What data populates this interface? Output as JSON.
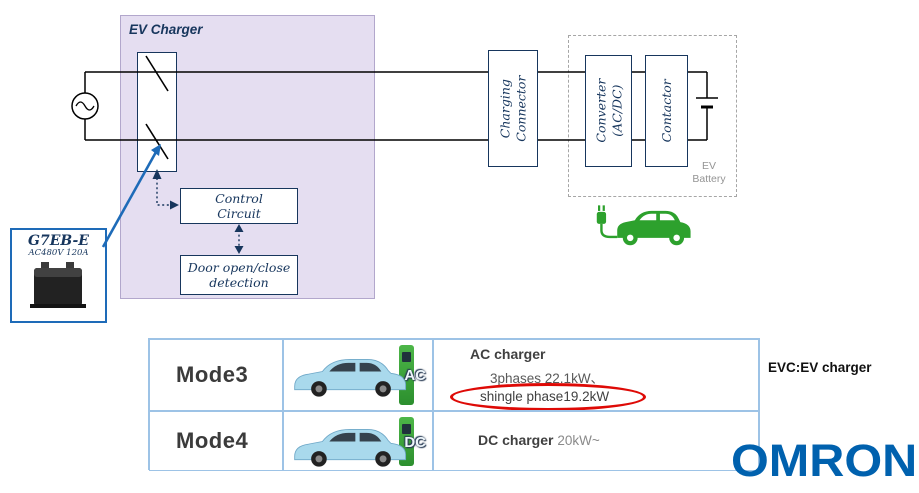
{
  "colors": {
    "accent_blue": "#1e6bb8",
    "navy": "#17365d",
    "purple_bg": "#e5def1",
    "car_green": "#2da12d",
    "highlight_red": "#de0a06",
    "omron_blue": "#0061ae",
    "table_border": "#9dc3e6"
  },
  "diagram": {
    "title": "EV Charger",
    "control_circuit": {
      "line1": "Control",
      "line2": "Circuit"
    },
    "door_detection": {
      "line1": "Door open/close",
      "line2": "detection"
    },
    "charging_connector": {
      "line1": "Charging",
      "line2": "Connector"
    },
    "converter": {
      "line1": "Converter",
      "line2": "(AC/DC)"
    },
    "contactor": "Contactor",
    "ev_battery": {
      "line1": "EV",
      "line2": "Battery"
    },
    "relay": {
      "model": "G7EB-E",
      "rating": "AC480V 120A"
    }
  },
  "modes_table": {
    "rows": [
      {
        "mode": "Mode3",
        "plug_type": "AC",
        "charger": "AC charger",
        "spec_line1": "3phases 22.1kW、",
        "spec_line2": "shingle phase19.2kW"
      },
      {
        "mode": "Mode4",
        "plug_type": "DC",
        "charger": "DC charger",
        "spec_line1": "20kW~"
      }
    ]
  },
  "notes": {
    "evc_note": "EVC:EV charger"
  },
  "brand": {
    "logo_text": "OMRON"
  }
}
